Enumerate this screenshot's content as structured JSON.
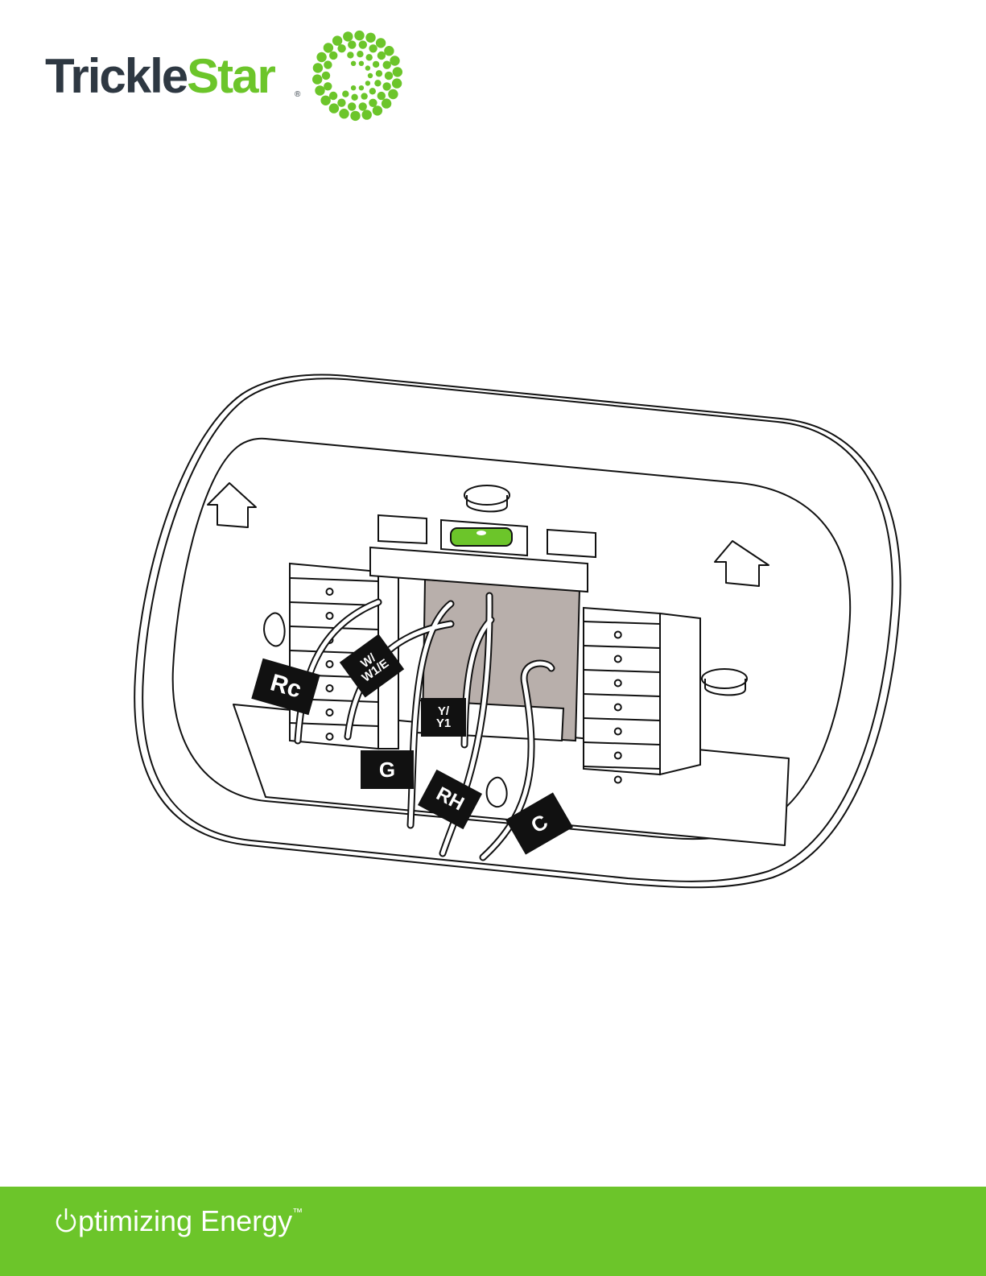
{
  "brand": {
    "name_part1": "Trickle",
    "name_part2": "Star",
    "registered_mark": "®",
    "dark_color": "#2e3842",
    "green_color": "#6cc52a"
  },
  "wire_labels": {
    "rc": "Rc",
    "w": "W/\nW1/E",
    "y": "Y/\nY1",
    "g": "G",
    "rh": "RH",
    "c": "C"
  },
  "footer": {
    "tagline_prefix": "Optimizing Energy",
    "trademark": "™",
    "background_color": "#6cc52a",
    "icon": "power-icon"
  }
}
